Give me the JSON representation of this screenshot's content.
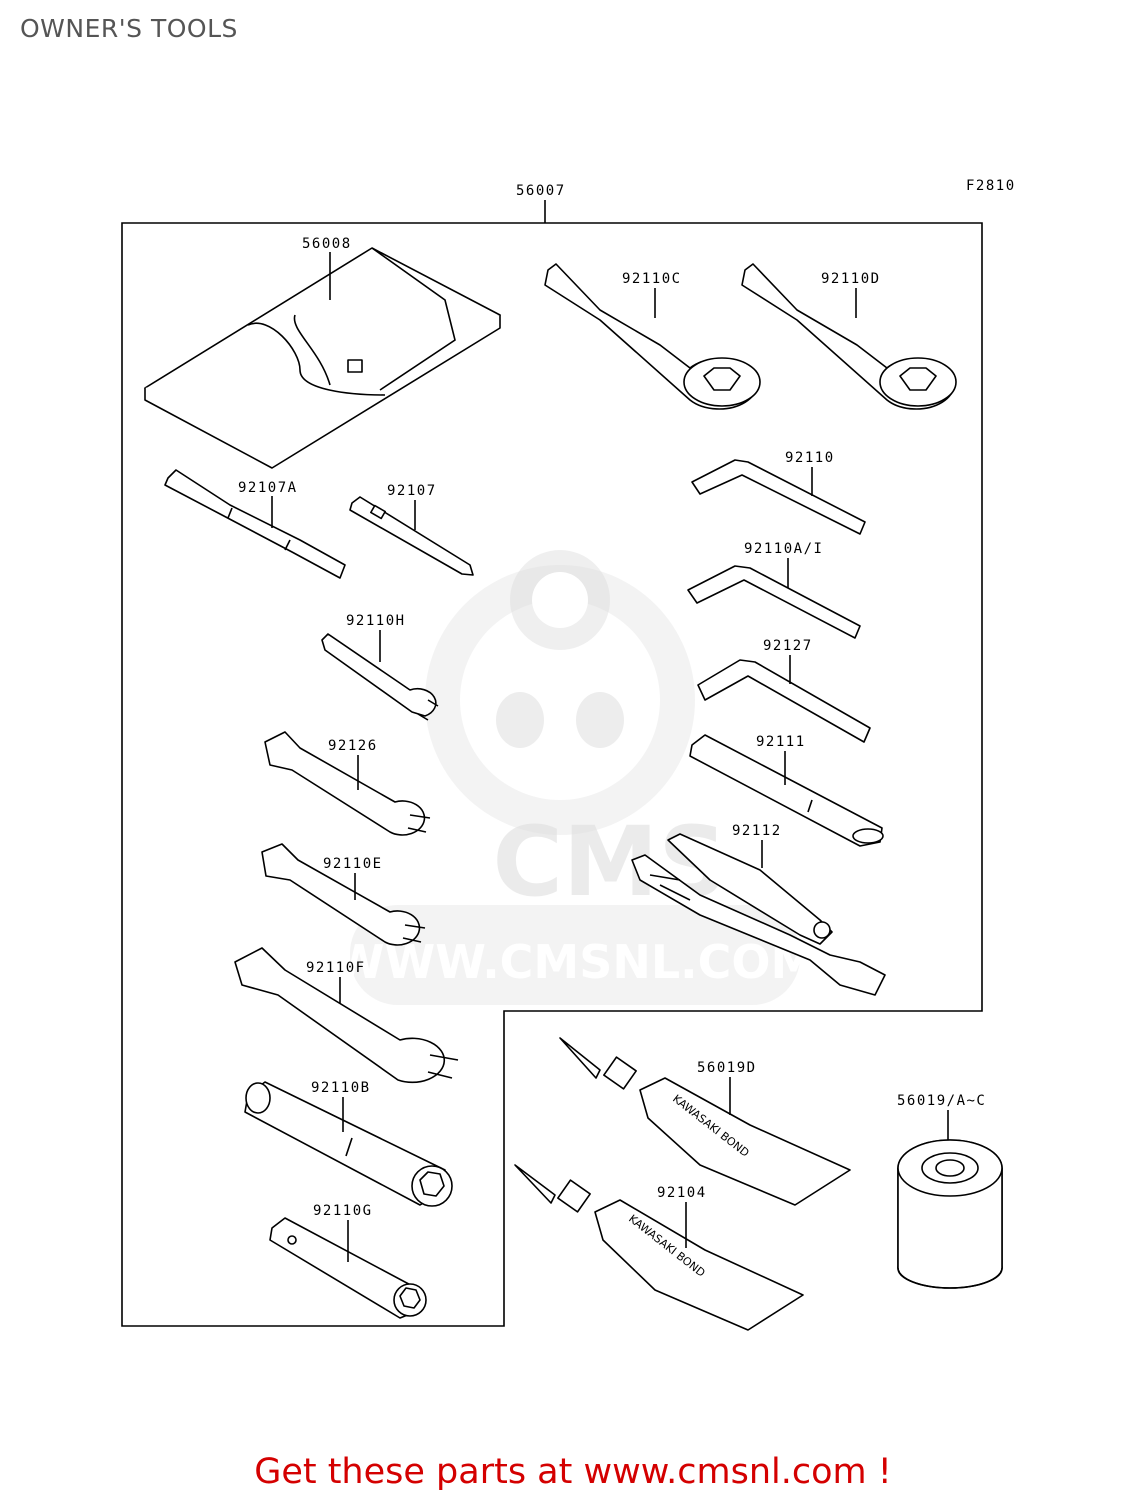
{
  "page": {
    "title": "OWNER'S TOOLS",
    "promo": "Get these parts at www.cmsnl.com !"
  },
  "diagram": {
    "figure_code": "F2810",
    "watermark": {
      "logo_text": "CMS",
      "url": "WWW.CMSNL.COM"
    },
    "tube_print": "KAWASAKI BOND",
    "callouts": {
      "kit": "56007",
      "tool_bag": "56008",
      "box_wrench_c": "92110C",
      "box_wrench_d": "92110D",
      "screwdriver_bit_a": "92107A",
      "screwdriver_grip": "92107",
      "hex_key": "92110",
      "hex_key_ai": "92110A/I",
      "wrench_h": "92110H",
      "hex_key_small": "92127",
      "extension_bar": "92111",
      "spanner_92126": "92126",
      "pliers": "92112",
      "spanner_e": "92110E",
      "spanner_f": "92110F",
      "bond_tube_d": "56019D",
      "bond_can": "56019/A~C",
      "socket_b": "92110B",
      "bond_tube": "92104",
      "socket_g": "92110G"
    }
  }
}
